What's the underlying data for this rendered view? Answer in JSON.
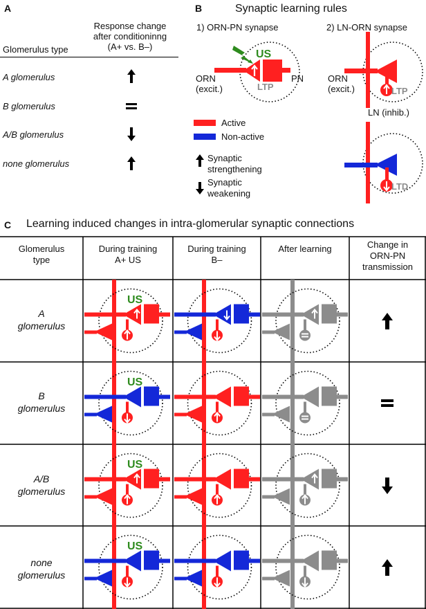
{
  "colors": {
    "active": "#ff2020",
    "nonactive": "#1428d8",
    "learned": "#8c8c8c",
    "us": "#2e8b1e",
    "arrow": "#000000"
  },
  "panelA": {
    "letter": "A",
    "col1": "Glomerulus type",
    "col2": [
      "Response change",
      "after conditioninng",
      "(A+ vs. B–)"
    ],
    "rows": [
      {
        "type": "A glomerulus",
        "change": "up-arrow"
      },
      {
        "type": "B glomerulus",
        "change": "equal-sign"
      },
      {
        "type": "A/B glomerulus",
        "change": "down-arrow"
      },
      {
        "type": "none glomerulus",
        "change": "up-arrow"
      }
    ]
  },
  "panelB": {
    "letter": "B",
    "title": "Synaptic learning rules",
    "sub1": "1) ORN-PN synapse",
    "sub2": "2) LN-ORN synapse",
    "us": "US",
    "ltp": "LTP",
    "ltd": "LTD",
    "orn": "ORN",
    "excit": "(excit.)",
    "pn": "PN",
    "ln": "LN (inhib.)",
    "legend_active": "Active",
    "legend_nonactive": "Non-active",
    "legend_strength": [
      "Synaptic",
      "strengthening"
    ],
    "legend_weaken": [
      "Synaptic",
      "weakening"
    ]
  },
  "panelC": {
    "letter": "C",
    "title": "Learning induced changes in intra-glomerular synaptic connections",
    "col0": [
      "Glomerulus",
      "type"
    ],
    "col1": [
      "During training",
      "A+ US"
    ],
    "col2": [
      "During training",
      "B–"
    ],
    "col3": [
      "After learning"
    ],
    "col4": [
      "Change in",
      "ORN-PN",
      "transmission"
    ],
    "us": "US",
    "rows": [
      {
        "label": [
          "A",
          "glomerulus"
        ],
        "change": "up-arrow"
      },
      {
        "label": [
          "B",
          "glomerulus"
        ],
        "change": "equal-sign"
      },
      {
        "label": [
          "A/B",
          "glomerulus"
        ],
        "change": "down-arrow"
      },
      {
        "label": [
          "none",
          "glomerulus"
        ],
        "change": "up-arrow"
      }
    ]
  }
}
